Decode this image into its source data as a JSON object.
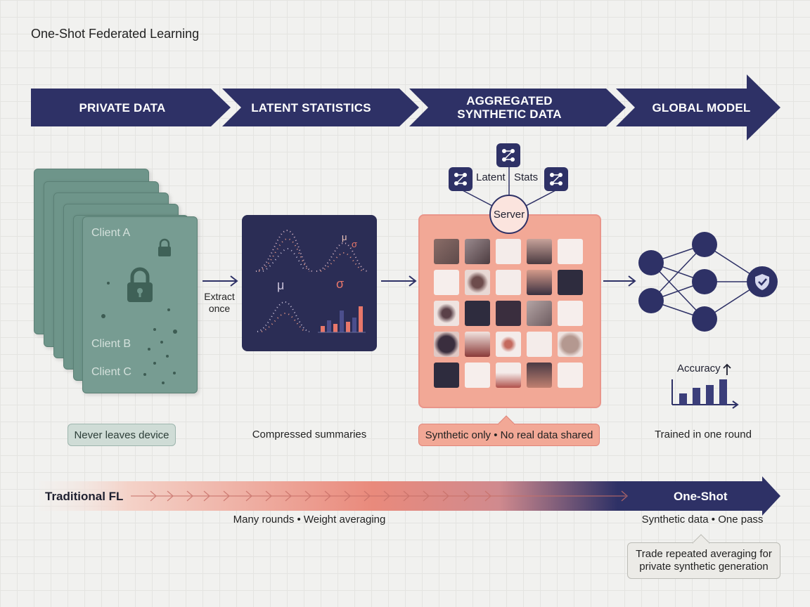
{
  "title": "One-Shot Federated Learning",
  "pipeline": {
    "stages": [
      "PRIVATE DATA",
      "LATENT STATISTICS",
      "AGGREGATED SYNTHETIC DATA",
      "GLOBAL MODEL"
    ],
    "stage_lines": [
      [
        "PRIVATE DATA"
      ],
      [
        "LATENT STATISTICS"
      ],
      [
        "AGGREGATED",
        "SYNTHETIC DATA"
      ],
      [
        "GLOBAL MODEL"
      ]
    ]
  },
  "clients": {
    "labels": [
      "Client A",
      "Client B",
      "Client C"
    ],
    "caption": "Never leaves device"
  },
  "extract": {
    "line1": "Extract",
    "line2": "once"
  },
  "statistics": {
    "mu": "μ",
    "sigma": "σ",
    "caption": "Compressed summaries"
  },
  "server": {
    "label": "Server",
    "latent": "Latent",
    "stats": "Stats",
    "caption": "Synthetic only • No real data shared"
  },
  "model": {
    "accuracy": "Accuracy",
    "caption": "Trained in one round"
  },
  "comparison": {
    "left": "Traditional FL",
    "left_sub": "Many rounds • Weight averaging",
    "right": "One-Shot",
    "right_sub": "Synthetic data • One pass",
    "note_line1": "Trade repeated averaging for",
    "note_line2": "private synthetic generation"
  },
  "colors": {
    "navy": "#2e3166",
    "teal": "#6e958a",
    "salmon": "#f2a896",
    "coral": "#e8776a"
  }
}
